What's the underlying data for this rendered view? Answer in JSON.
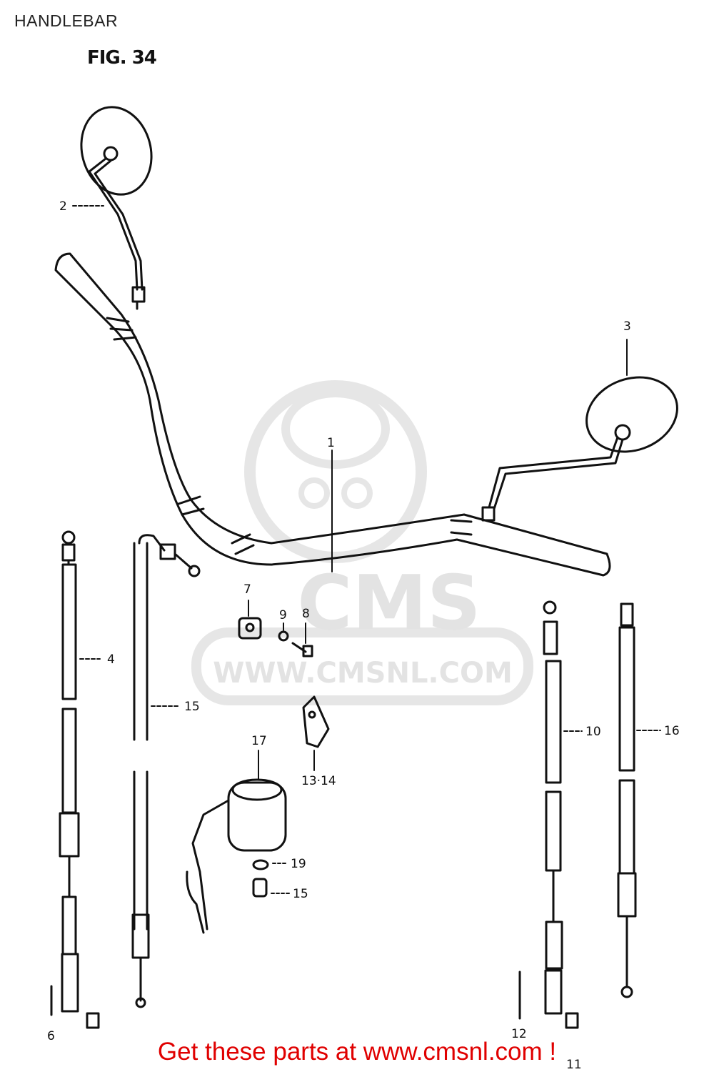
{
  "header": {
    "title": "HANDLEBAR",
    "figure": "FIG. 34"
  },
  "watermark": {
    "brand": "CMS",
    "url": "WWW.CMSNL.COM"
  },
  "callouts": {
    "c1": "1",
    "c2": "2",
    "c3": "3",
    "c4": "4",
    "c6": "6",
    "c7": "7",
    "c8": "8",
    "c9": "9",
    "c10": "10",
    "c11": "11",
    "c12": "12",
    "c13_14": "13·14",
    "c15": "15",
    "c15b": "15",
    "c16": "16",
    "c17": "17",
    "c19": "19"
  },
  "footer": {
    "text": "Get these parts at www.cmsnl.com !"
  },
  "colors": {
    "footer_red": "#e00000",
    "watermark_gray": "#e3e3e3",
    "line": "#111111"
  }
}
